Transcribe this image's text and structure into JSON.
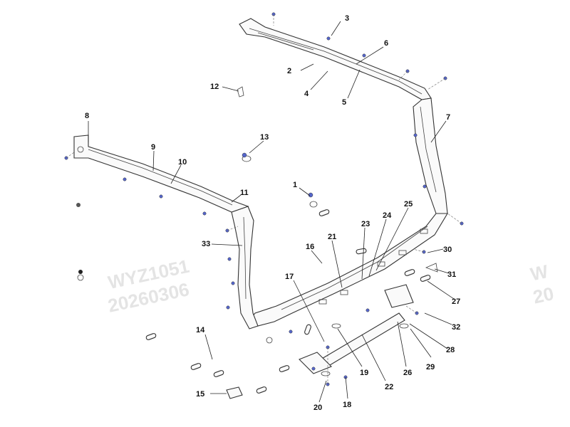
{
  "diagram": {
    "callouts": [
      "1",
      "2",
      "3",
      "4",
      "5",
      "6",
      "7",
      "8",
      "9",
      "10",
      "11",
      "12",
      "13",
      "14",
      "15",
      "16",
      "17",
      "18",
      "19",
      "20",
      "21",
      "22",
      "23",
      "24",
      "25",
      "26",
      "27",
      "28",
      "29",
      "30",
      "31",
      "32",
      "33"
    ],
    "watermark": {
      "line1": "WYZ1051",
      "line2": "20260306",
      "edge_line1": "W",
      "edge_line2": "20"
    }
  }
}
